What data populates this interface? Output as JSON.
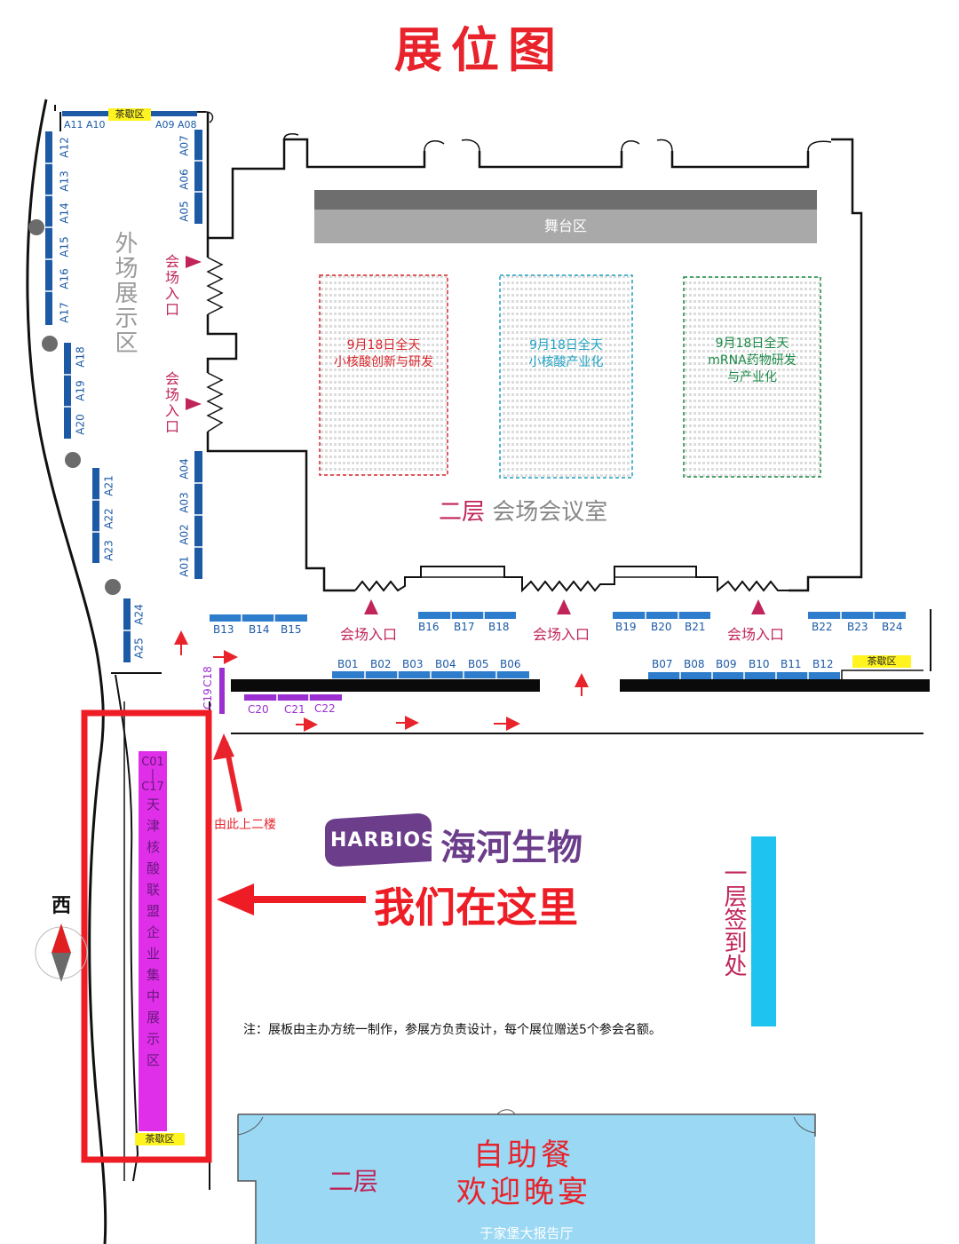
{
  "title": "展位图",
  "outer_zone_label": "外场展示区",
  "venue_entrance_label": "会场入口",
  "stage_label": "舞台区",
  "hall": {
    "floor": "二层",
    "name": "会场会议室"
  },
  "sessions": [
    {
      "line1": "9月18日全天",
      "line2": "小核酸创新与研发",
      "line3": "",
      "color": "#d9262b"
    },
    {
      "line1": "9月18日全天",
      "line2": "小核酸产业化",
      "line3": "",
      "color": "#1fa2c4"
    },
    {
      "line1": "9月18日全天",
      "line2": "mRNA药物研发",
      "line3": "与产业化",
      "color": "#1a8a47"
    }
  ],
  "booths_a": [
    "A01",
    "A02",
    "A03",
    "A04",
    "A05",
    "A06",
    "A07",
    "A08",
    "A09",
    "A10",
    "A11",
    "A12",
    "A13",
    "A14",
    "A15",
    "A16",
    "A17",
    "A18",
    "A19",
    "A20",
    "A21",
    "A22",
    "A23",
    "A24",
    "A25"
  ],
  "booths_b": [
    "B01",
    "B02",
    "B03",
    "B04",
    "B05",
    "B06",
    "B07",
    "B08",
    "B09",
    "B10",
    "B11",
    "B12",
    "B13",
    "B14",
    "B15",
    "B16",
    "B17",
    "B18",
    "B19",
    "B20",
    "B21",
    "B22",
    "B23",
    "B24"
  ],
  "booths_c": [
    "C18",
    "C19",
    "C20",
    "C21",
    "C22"
  ],
  "tea_area_label": "茶歇区",
  "alliance_zone": {
    "range_top": "C01",
    "range_sep": "|",
    "range_bottom": "C17",
    "name": "天津核酸联盟企业集中展示区"
  },
  "upstairs_label": "由此上二楼",
  "brand": {
    "logo": "HARBIOS",
    "name": "海河生物"
  },
  "we_are_here": "我们在这里",
  "compass_label": "西",
  "checkin_label": "一层签到处",
  "note": "注：展板由主办方统一制作，参展方负责设计，每个展位赠送5个参会名额。",
  "banquet": {
    "floor": "二层",
    "line1": "自助餐",
    "line2": "欢迎晚宴",
    "hall": "于家堡大报告厅"
  },
  "colors": {
    "red": "#e8232b",
    "booth_blue": "#2e7ccc",
    "magenta": "#e02fe8",
    "purple": "#9b2fd1",
    "tea_yellow": "#fff41f",
    "banquet_blue": "#9ad8f3",
    "checkin_cyan": "#1ec3f0"
  }
}
